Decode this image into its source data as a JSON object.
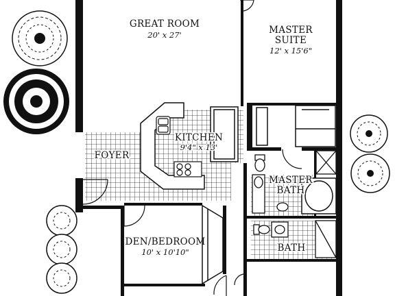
{
  "rooms": {
    "great_room": {
      "name": "GREAT ROOM",
      "dims": "20' x 27'"
    },
    "master_suite": {
      "name_line1": "MASTER",
      "name_line2": "SUITE",
      "dims": "12' x 15'6\""
    },
    "kitchen": {
      "name": "KITCHEN",
      "dims": "9'4\" x 13'"
    },
    "foyer": {
      "name": "FOYER"
    },
    "master_bath": {
      "name_line1": "MASTER",
      "name_line2": "BATH"
    },
    "den_bedroom": {
      "name": "DEN/BEDROOM",
      "dims": "10' x 10'10\""
    },
    "bath": {
      "name": "BATH"
    }
  },
  "colors": {
    "ink": "#111111",
    "paper": "#ffffff"
  },
  "icons": [
    "tree-icon",
    "shrub-icon",
    "range-icon",
    "sink-icon",
    "tub-icon",
    "toilet-icon",
    "door-swing-icon"
  ]
}
